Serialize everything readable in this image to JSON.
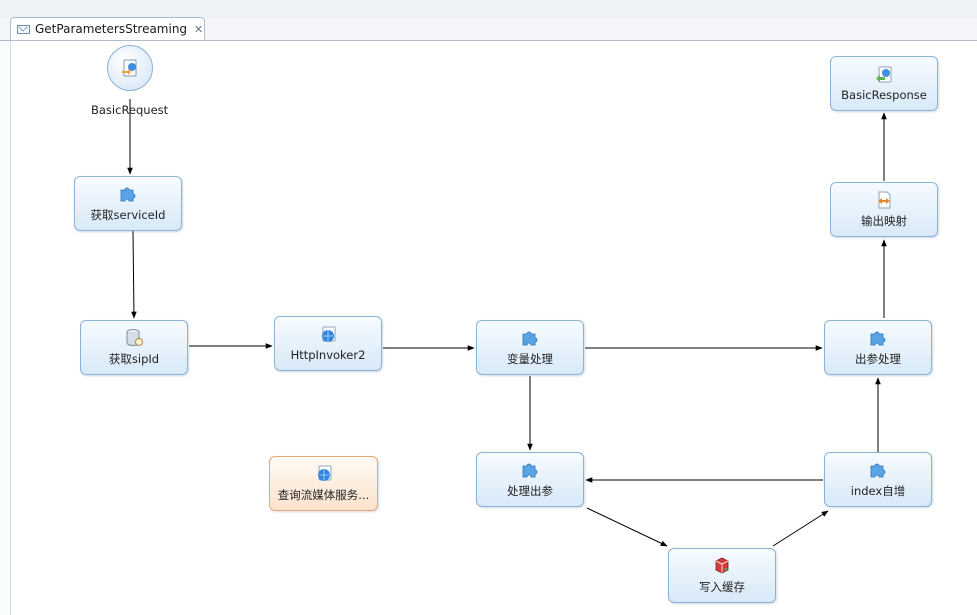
{
  "editor": {
    "tab_title": "GetParametersStreaming",
    "tab_close": "✕"
  },
  "nodes": {
    "start": {
      "label": "BasicRequest"
    },
    "get_service_id": {
      "label": "获取serviceId"
    },
    "get_sip_id": {
      "label": "获取sipId"
    },
    "http_invoker": {
      "label": "HttpInvoker2"
    },
    "var_process": {
      "label": "变量处理"
    },
    "out_param_process": {
      "label": "出参处理"
    },
    "output_mapping": {
      "label": "输出映射"
    },
    "end": {
      "label": "BasicResponse"
    },
    "query_media": {
      "label": "查询流媒体服务..."
    },
    "handle_out_param": {
      "label": "处理出参"
    },
    "index_increment": {
      "label": "index自增"
    },
    "write_cache": {
      "label": "写入缓存"
    }
  },
  "colors": {
    "node_border": "#8cb3d6",
    "node_fill_top": "#f6fbff",
    "node_fill_bottom": "#d8e9f8",
    "disabled_border": "#e5a877",
    "disabled_fill": "#fbe3cc",
    "edge": "#000000"
  }
}
